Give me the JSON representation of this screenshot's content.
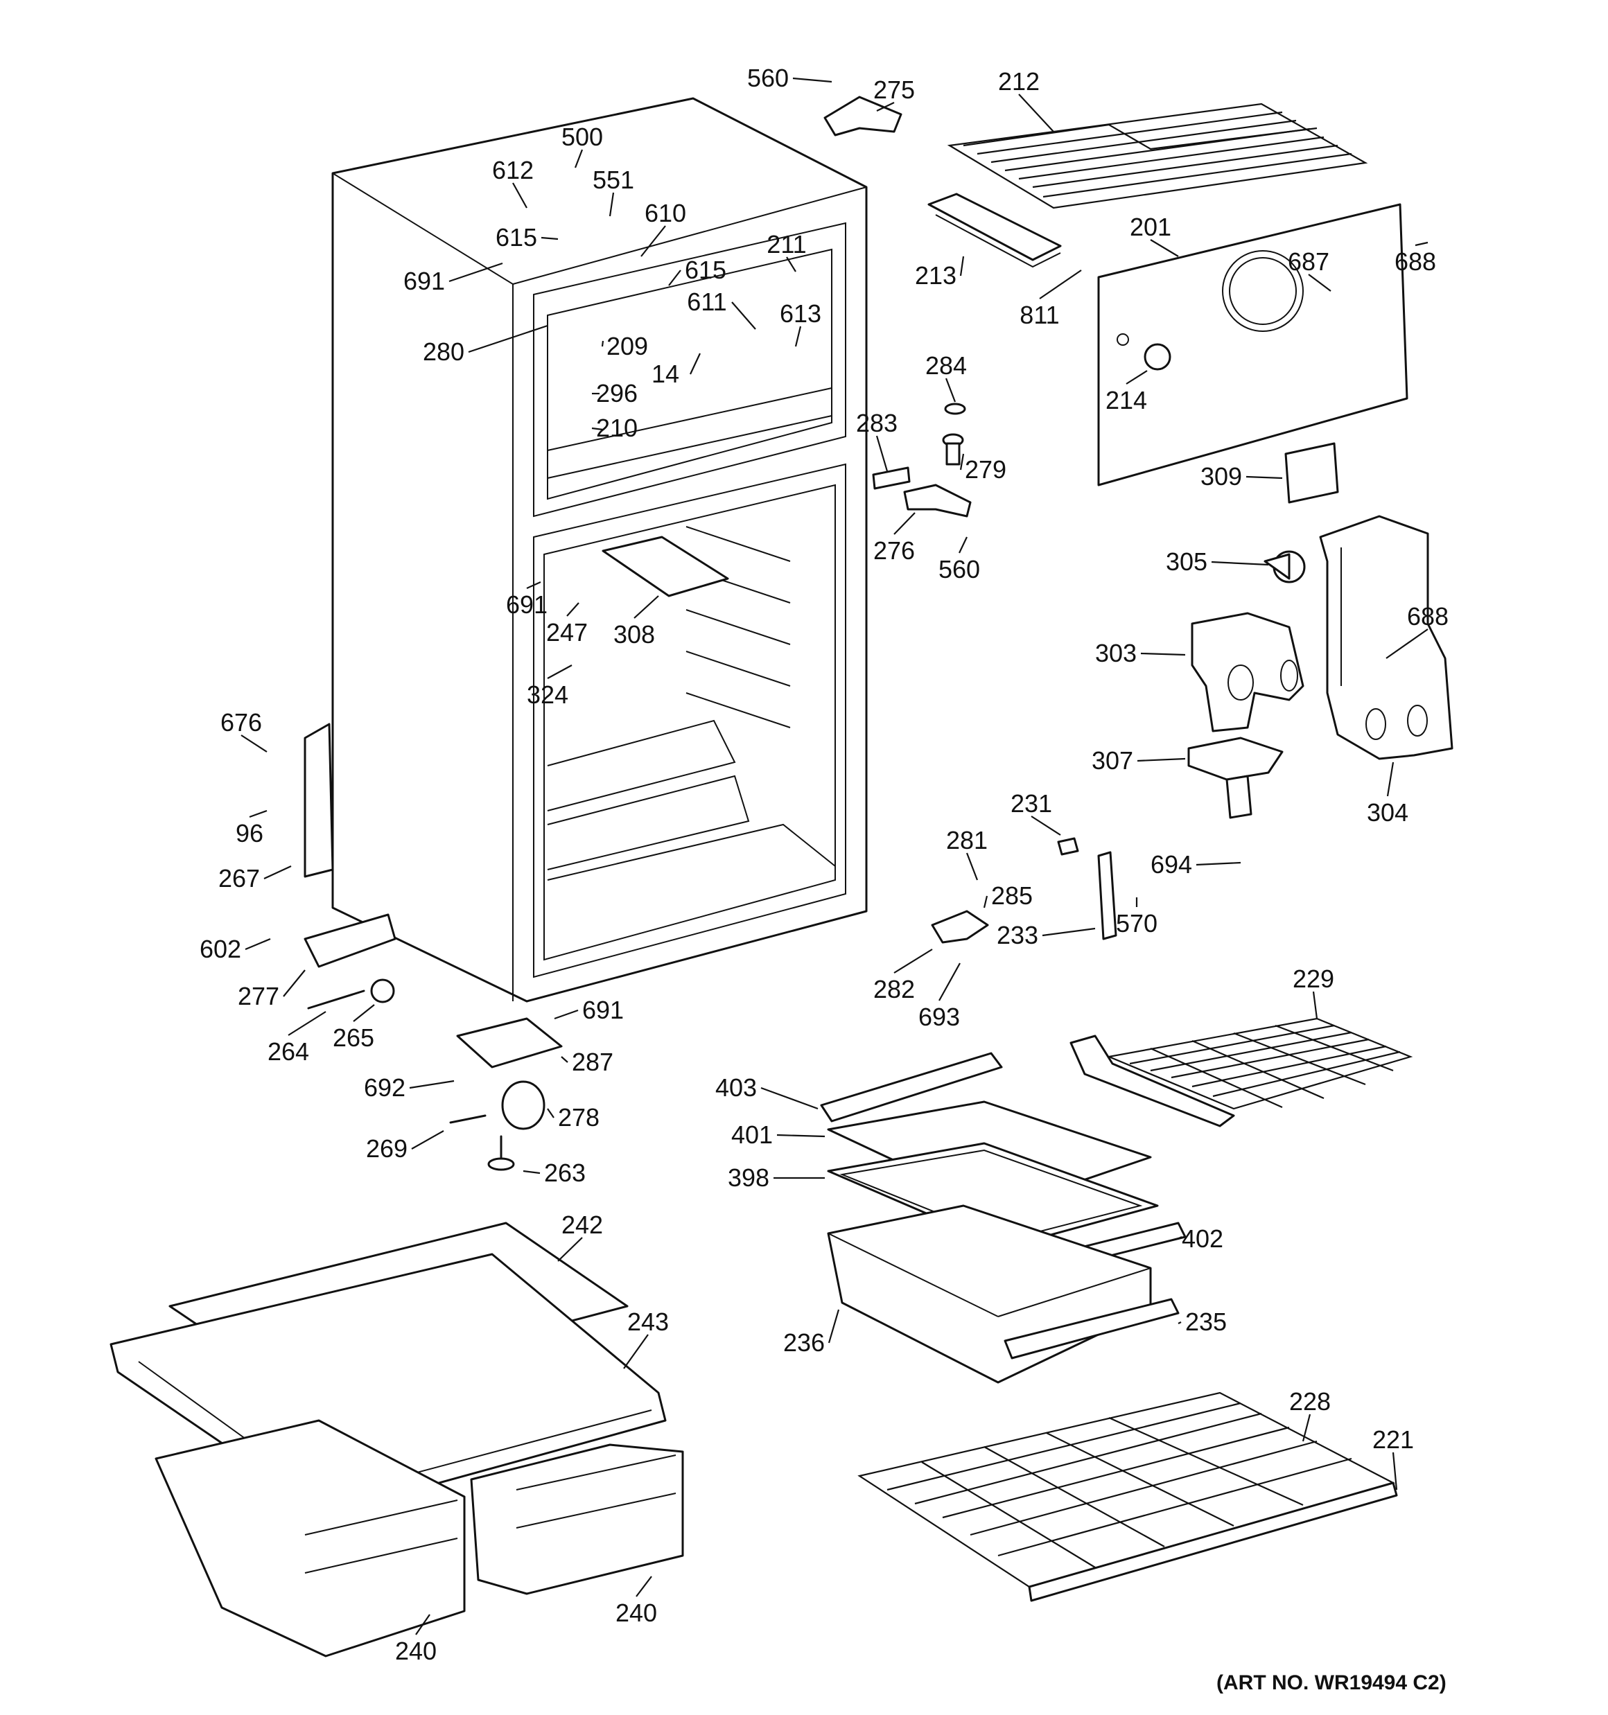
{
  "diagram": {
    "art_number": "(ART NO. WR19494 C2)",
    "callouts": [
      {
        "id": "560a",
        "text": "560"
      },
      {
        "id": "275",
        "text": "275"
      },
      {
        "id": "212",
        "text": "212"
      },
      {
        "id": "500",
        "text": "500"
      },
      {
        "id": "612",
        "text": "612"
      },
      {
        "id": "551",
        "text": "551"
      },
      {
        "id": "610",
        "text": "610"
      },
      {
        "id": "615a",
        "text": "615"
      },
      {
        "id": "691a",
        "text": "691"
      },
      {
        "id": "211",
        "text": "211"
      },
      {
        "id": "615b",
        "text": "615"
      },
      {
        "id": "611",
        "text": "611"
      },
      {
        "id": "613",
        "text": "613"
      },
      {
        "id": "280",
        "text": "280"
      },
      {
        "id": "209",
        "text": "209"
      },
      {
        "id": "14",
        "text": "14"
      },
      {
        "id": "296",
        "text": "296"
      },
      {
        "id": "210",
        "text": "210"
      },
      {
        "id": "213",
        "text": "213"
      },
      {
        "id": "811",
        "text": "811"
      },
      {
        "id": "201",
        "text": "201"
      },
      {
        "id": "687",
        "text": "687"
      },
      {
        "id": "688a",
        "text": "688"
      },
      {
        "id": "214",
        "text": "214"
      },
      {
        "id": "284",
        "text": "284"
      },
      {
        "id": "283",
        "text": "283"
      },
      {
        "id": "279",
        "text": "279"
      },
      {
        "id": "276",
        "text": "276"
      },
      {
        "id": "560b",
        "text": "560"
      },
      {
        "id": "309",
        "text": "309"
      },
      {
        "id": "305",
        "text": "305"
      },
      {
        "id": "688b",
        "text": "688"
      },
      {
        "id": "303",
        "text": "303"
      },
      {
        "id": "307",
        "text": "307"
      },
      {
        "id": "304",
        "text": "304"
      },
      {
        "id": "691b",
        "text": "691"
      },
      {
        "id": "247",
        "text": "247"
      },
      {
        "id": "308",
        "text": "308"
      },
      {
        "id": "324",
        "text": "324"
      },
      {
        "id": "676",
        "text": "676"
      },
      {
        "id": "96",
        "text": "96"
      },
      {
        "id": "267",
        "text": "267"
      },
      {
        "id": "602",
        "text": "602"
      },
      {
        "id": "277",
        "text": "277"
      },
      {
        "id": "264",
        "text": "264"
      },
      {
        "id": "265",
        "text": "265"
      },
      {
        "id": "691c",
        "text": "691"
      },
      {
        "id": "287",
        "text": "287"
      },
      {
        "id": "692",
        "text": "692"
      },
      {
        "id": "278",
        "text": "278"
      },
      {
        "id": "269",
        "text": "269"
      },
      {
        "id": "263",
        "text": "263"
      },
      {
        "id": "231",
        "text": "231"
      },
      {
        "id": "281",
        "text": "281"
      },
      {
        "id": "285",
        "text": "285"
      },
      {
        "id": "694",
        "text": "694"
      },
      {
        "id": "570",
        "text": "570"
      },
      {
        "id": "233",
        "text": "233"
      },
      {
        "id": "282",
        "text": "282"
      },
      {
        "id": "693",
        "text": "693"
      },
      {
        "id": "229",
        "text": "229"
      },
      {
        "id": "403",
        "text": "403"
      },
      {
        "id": "401",
        "text": "401"
      },
      {
        "id": "398",
        "text": "398"
      },
      {
        "id": "402",
        "text": "402"
      },
      {
        "id": "235",
        "text": "235"
      },
      {
        "id": "236",
        "text": "236"
      },
      {
        "id": "242",
        "text": "242"
      },
      {
        "id": "243",
        "text": "243"
      },
      {
        "id": "228",
        "text": "228"
      },
      {
        "id": "221",
        "text": "221"
      },
      {
        "id": "240a",
        "text": "240"
      },
      {
        "id": "240b",
        "text": "240"
      }
    ]
  }
}
